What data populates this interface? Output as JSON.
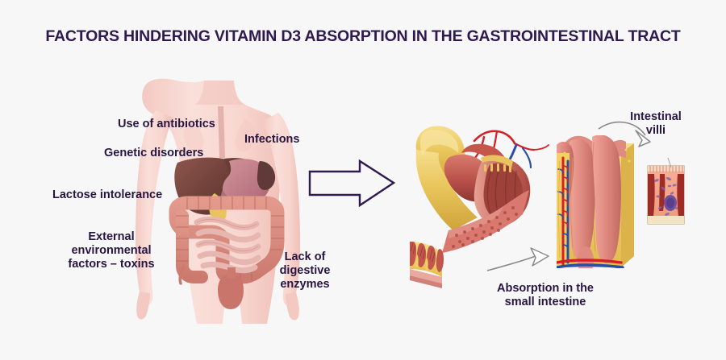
{
  "page": {
    "background_color": "#f7f7f7",
    "title": "FACTORS HINDERING VITAMIN D3 ABSORPTION IN THE GASTROINTESTINAL TRACT",
    "title_color": "#2e1a4f",
    "label_color": "#271642"
  },
  "body_diagram": {
    "name": "human-torso-digestive-system",
    "skin_color": "#f8d9d2",
    "liver_color": "#7b4b43",
    "stomach_color": "#c0828c",
    "pancreas_color": "#e9c45e",
    "colon_color": "#d98a7e",
    "small_intestine_color": "#e8b6b0"
  },
  "factors": [
    {
      "id": "use-of-antibiotics",
      "text": "Use of antibiotics"
    },
    {
      "id": "infections",
      "text": "Infections"
    },
    {
      "id": "genetic-disorders",
      "text": "Genetic disorders"
    },
    {
      "id": "lactose-intolerance",
      "text": "Lactose intolerance"
    },
    {
      "id": "external-environmental-factors",
      "text": "External\nenvironmental\nfactors – toxins"
    },
    {
      "id": "lack-of-digestive-enzymes",
      "text": "Lack of digestive\nenzymes"
    }
  ],
  "flow_arrow": {
    "name": "block-arrow-right",
    "outline_color": "#2e1a4f",
    "fill_color": "#f7f7f7"
  },
  "intestine_diagram": {
    "name": "small-intestine-cross-section",
    "serosa_color": "#e8c45a",
    "muscle_color": "#c4564b",
    "mucosa_color": "#d9786e",
    "artery_color": "#d62027",
    "vein_color": "#2b4ea2"
  },
  "villi_diagram": {
    "name": "intestinal-villi-block",
    "base_color": "#f0cf63",
    "villi_color": "#e08b83",
    "capillary_artery_color": "#d62027",
    "capillary_vein_color": "#3a63b5"
  },
  "cell_inset": {
    "name": "epithelial-cell-detail",
    "frame_color": "#b9a78a",
    "cytoplasm_color": "#f2a183",
    "nucleus_color": "#6f4f9e",
    "crypt_color": "#9e2b26"
  },
  "callouts": [
    {
      "id": "intestinal-villi",
      "text": "Intestinal\nvilli",
      "arrow": "curved-arrow-to-cell-inset",
      "arrow_color": "#8a8a8a"
    },
    {
      "id": "absorption-in-the-small-intestine",
      "text": "Absorption in the\nsmall intestine",
      "arrow": "curved-arrow-to-villi-block",
      "arrow_color": "#8a8a8a"
    }
  ]
}
